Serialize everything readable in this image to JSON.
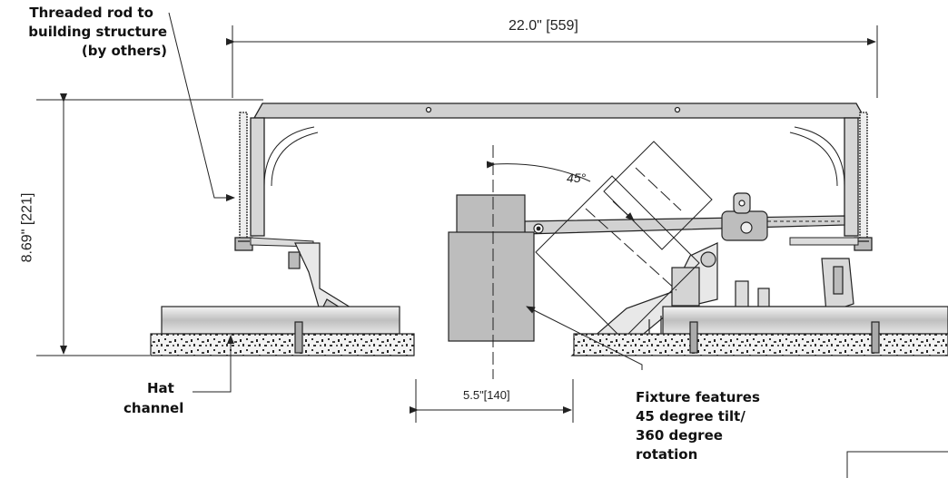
{
  "dimensions": {
    "overall_width": "22.0\" [559]",
    "overall_height": "8.69\" [221]",
    "aperture_width": "5.5\"[140]",
    "tilt_angle": "45°"
  },
  "callouts": {
    "threaded_rod": [
      "Threaded rod to",
      "building structure",
      "(by others)"
    ],
    "hat_channel": [
      "Hat",
      "channel"
    ],
    "fixture": [
      "Fixture features",
      "45 degree tilt/",
      "360 degree",
      "rotation"
    ]
  },
  "colors": {
    "line": "#222222",
    "rail": "#cfcfcf",
    "fixture": "#bdbdbd",
    "tile": "#e9e9e9",
    "channel": "#d9d9d9"
  }
}
